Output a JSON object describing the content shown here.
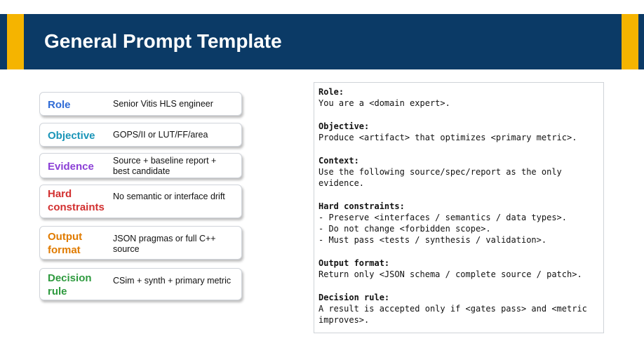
{
  "header": {
    "title": "General Prompt Template"
  },
  "colors": {
    "header_bg": "#0b3a66",
    "accent": "#f5b400",
    "role": "#2f6bd6",
    "objective": "#1a95b8",
    "evidence": "#8b3fd6",
    "hard_constraints": "#d23030",
    "output_format": "#e07b00",
    "decision_rule": "#2e9a3e"
  },
  "cards": {
    "role": {
      "label": "Role",
      "desc": "Senior Vitis HLS engineer"
    },
    "objective": {
      "label": "Objective",
      "desc": "GOPS/II or LUT/FF/area"
    },
    "evidence": {
      "label": "Evidence",
      "desc": "Source + baseline report + best candidate"
    },
    "hard_constraints": {
      "label": "Hard constraints",
      "desc": "No semantic or interface drift"
    },
    "output_format": {
      "label": "Output format",
      "desc": "JSON pragmas or full C++ source"
    },
    "decision_rule": {
      "label": "Decision rule",
      "desc": "CSim + synth + primary metric"
    }
  },
  "template": {
    "role_head": "Role:",
    "role_line": "You are a <domain expert>.",
    "objective_head": "Objective:",
    "objective_line": "Produce <artifact> that optimizes <primary metric>.",
    "context_head": "Context:",
    "context_line": "Use the following source/spec/report as the only evidence.",
    "constraints_head": "Hard constraints:",
    "constraints_lines": [
      "- Preserve <interfaces / semantics / data types>.",
      "- Do not change <forbidden scope>.",
      "- Must pass <tests / synthesis / validation>."
    ],
    "output_head": "Output format:",
    "output_line": "Return only <JSON schema / complete source / patch>.",
    "decision_head": "Decision rule:",
    "decision_line": "A result is accepted only if <gates pass> and <metric improves>."
  }
}
